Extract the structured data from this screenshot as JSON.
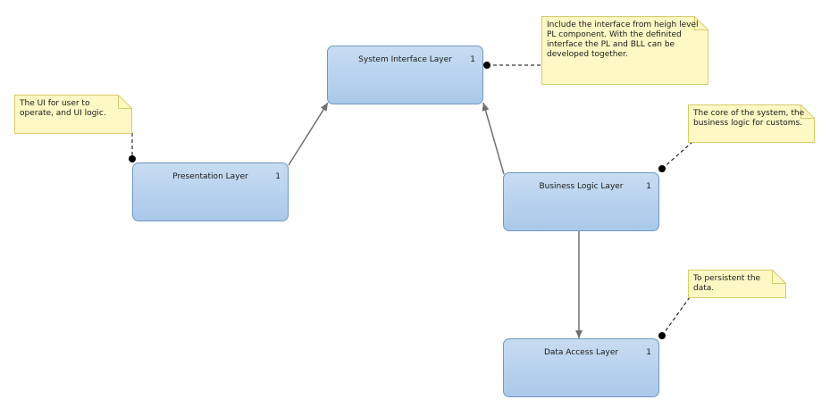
{
  "diagram": {
    "layers": [
      {
        "id": "system-interface",
        "title": "System Interface Layer",
        "multiplicity": "1"
      },
      {
        "id": "presentation",
        "title": "Presentation Layer",
        "multiplicity": "1"
      },
      {
        "id": "business-logic",
        "title": "Business Logic Layer",
        "multiplicity": "1"
      },
      {
        "id": "data-access",
        "title": "Data Access Layer",
        "multiplicity": "1"
      }
    ],
    "notes": [
      {
        "id": "interface",
        "text": "Include the interface from heigh level\nPL component. With the definited\ninterface the PL and BLL can be\ndeveloped together.",
        "attached_to": "system-interface"
      },
      {
        "id": "ui",
        "text": "The UI for user to\noperate, and UI logic.",
        "attached_to": "presentation"
      },
      {
        "id": "core",
        "text": "The core of the system, the\nbusiness logic for customs.",
        "attached_to": "business-logic"
      },
      {
        "id": "persistence",
        "text": "To persistent the\ndata.",
        "attached_to": "data-access"
      }
    ],
    "dependencies": [
      {
        "from": "presentation",
        "to": "system-interface"
      },
      {
        "from": "business-logic",
        "to": "system-interface"
      },
      {
        "from": "business-logic",
        "to": "data-access"
      }
    ],
    "colors": {
      "layer_fill_top": "#c8dcf1",
      "layer_fill_bottom": "#a9c9ea",
      "layer_border": "#6f97c4",
      "note_fill": "#fdf8c4",
      "note_border": "#d8cb6a",
      "arrow": "#707070",
      "connector": "#000000"
    }
  }
}
